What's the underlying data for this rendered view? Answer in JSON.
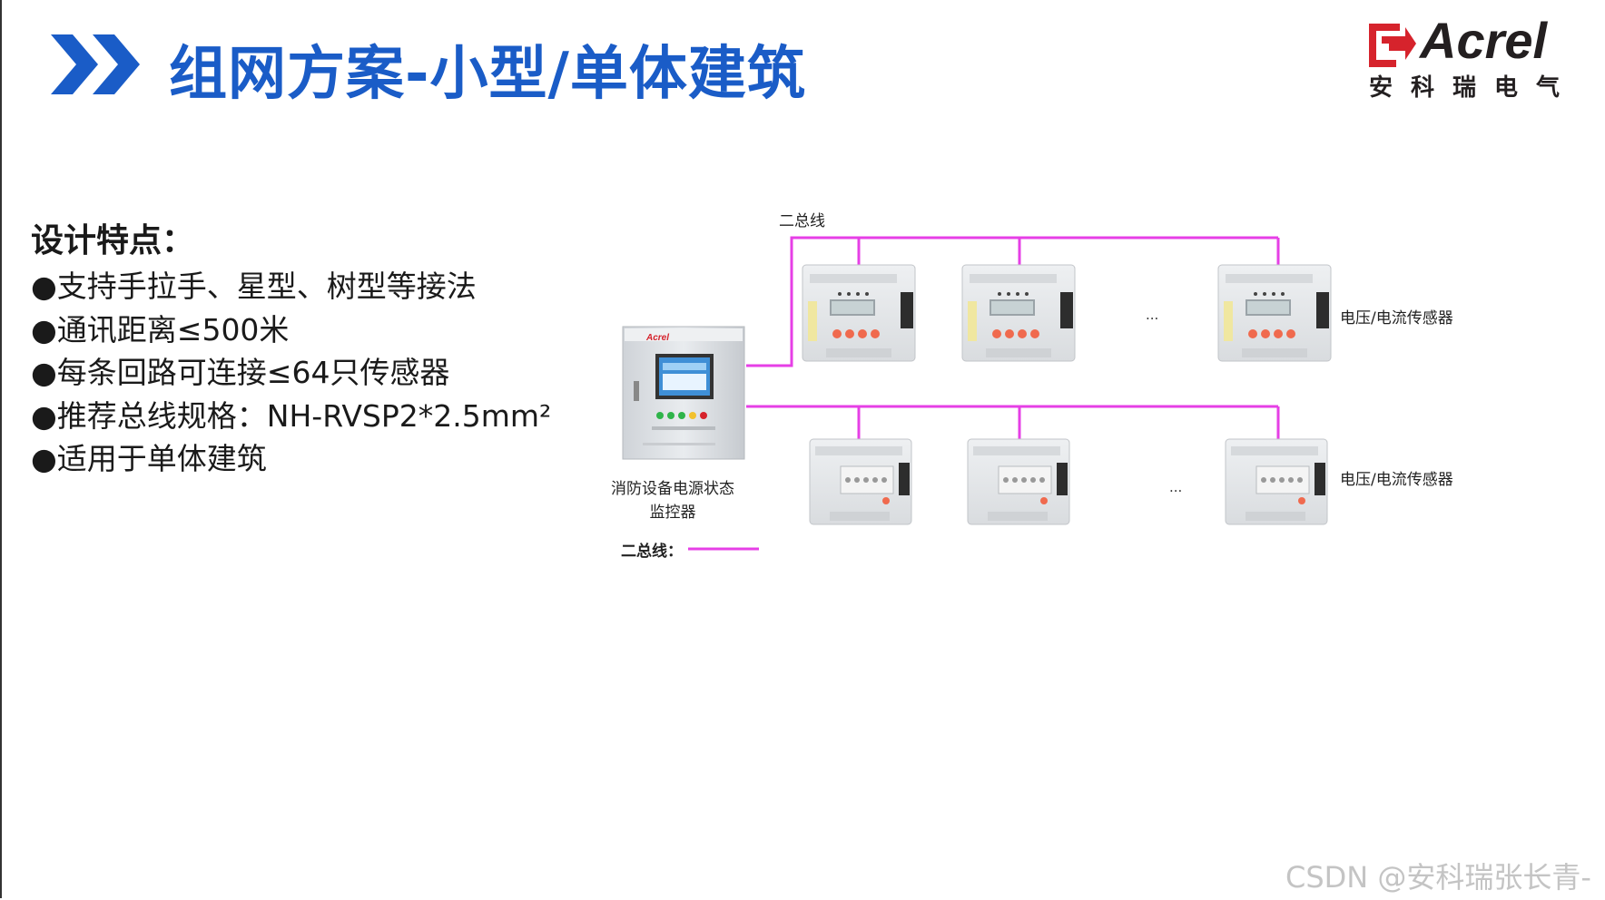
{
  "header": {
    "title": "组网方案-小型/单体建筑",
    "logo_word": "Acrel",
    "logo_cn": "安科瑞电气"
  },
  "features": {
    "heading": "设计特点：",
    "items": [
      "●支持手拉手、星型、树型等接法",
      "●通讯距离≤500米",
      "●每条回路可连接≤64只传感器",
      "●推荐总线规格：NH-RVSP2*2.5mm²",
      "●适用于单体建筑"
    ]
  },
  "diagram": {
    "bus_label_top": "二总线",
    "sensor_label_1": "电压/电流传感器",
    "sensor_label_2": "电压/电流传感器",
    "monitor_label_line1": "消防设备电源状态",
    "monitor_label_line2": "监控器",
    "ellipsis_1": "...",
    "ellipsis_2": "...",
    "legend_label": "二总线：",
    "bus_color": "#e63fe6",
    "cabinet_brand": "Acrel"
  },
  "watermark": "CSDN @安科瑞张长青-"
}
